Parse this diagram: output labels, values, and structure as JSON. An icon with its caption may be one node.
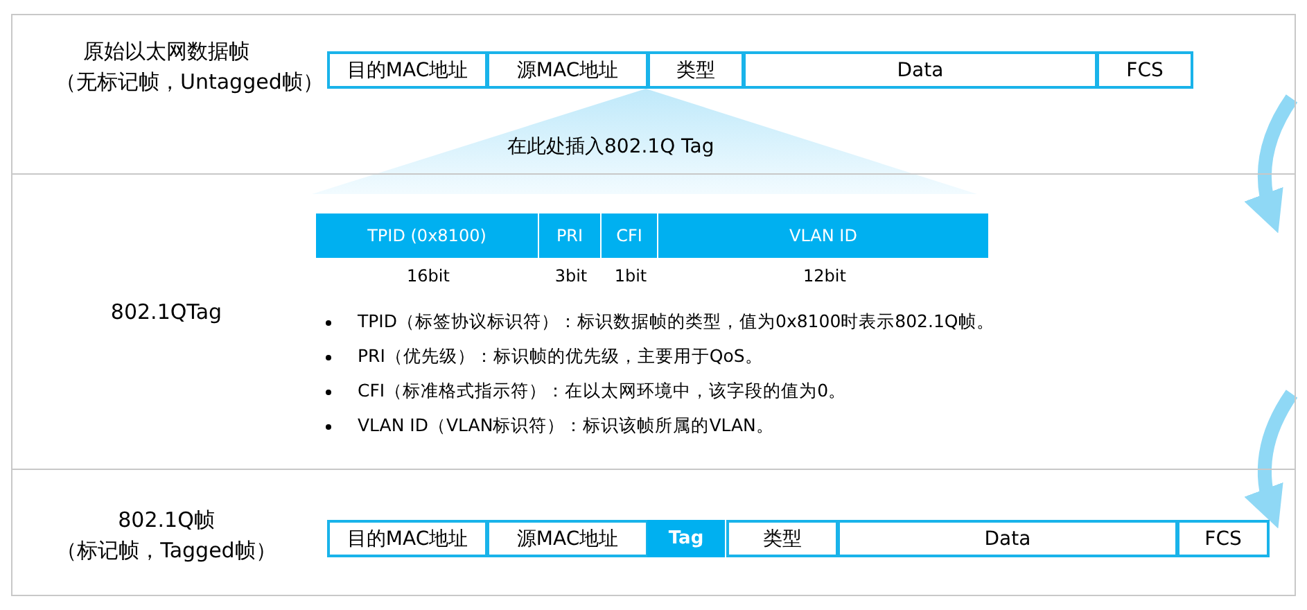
{
  "diagram": {
    "nodes": [
      {
        "text": [
          "原始以太网数据帧",
          "（无标记帧，Untagged帧）"
        ]
      },
      {
        "text": [
          "目的MAC地址"
        ],
        "in": 0
      },
      {
        "text": [
          "源MAC地址"
        ],
        "in": 0
      },
      {
        "text": [
          "类型"
        ],
        "in": 0
      },
      {
        "text": [
          "Data"
        ],
        "in": 0
      },
      {
        "text": [
          "FCS"
        ],
        "in": 0
      },
      {
        "text": [
          "802.1QTag"
        ]
      },
      {
        "text": [
          "TPID (0x8100)"
        ],
        "in": 6,
        "beside": [
          "16bit"
        ]
      },
      {
        "text": [
          "PRI"
        ],
        "in": 6,
        "beside": [
          "3bit"
        ]
      },
      {
        "text": [
          "CFI"
        ],
        "in": 6,
        "beside": [
          "1bit"
        ]
      },
      {
        "text": [
          "VLAN ID"
        ],
        "in": 6,
        "beside": [
          "12bit"
        ]
      },
      {
        "text": [
          "802.1Q帧",
          "（标记帧，Tagged帧）"
        ]
      },
      {
        "text": [
          "目的MAC地址"
        ],
        "in": 11
      },
      {
        "text": [
          "源MAC地址"
        ],
        "in": 11
      },
      {
        "text": [
          "Tag"
        ],
        "in": 11
      },
      {
        "text": [
          "类型"
        ],
        "in": 11
      },
      {
        "text": [
          "Data"
        ],
        "in": 11
      },
      {
        "text": [
          "FCS"
        ],
        "in": 11
      }
    ],
    "edges": [
      {
        "from": 0,
        "to": 6,
        "arrow": "to",
        "color": "#8fd8f5"
      },
      {
        "from": 6,
        "to": 11,
        "arrow": "to",
        "color": "#8fd8f5"
      }
    ],
    "labels": [
      "在此处插入802.1Q Tag",
      "TPID（标签协议标识符）：标识数据帧的类型，值为0x8100时表示802.1Q帧。",
      "PRI（优先级）：标识帧的优先级，主要用于QoS。",
      "CFI（标准格式指示符）：在以太网环境中，该字段的值为0。",
      "VLAN ID（VLAN标识符）：标识该帧所属的VLAN。"
    ]
  }
}
